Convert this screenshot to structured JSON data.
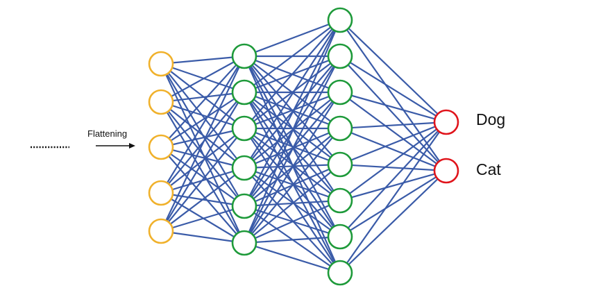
{
  "diagram": {
    "flatten_text": "Flattening",
    "output_labels": [
      "Dog",
      "Cat"
    ],
    "layers": [
      {
        "role": "input",
        "nodes": 5,
        "color": "#F0B12B"
      },
      {
        "role": "hidden-1",
        "nodes": 6,
        "color": "#1E9A3A"
      },
      {
        "role": "hidden-2",
        "nodes": 8,
        "color": "#1E9A3A"
      },
      {
        "role": "output",
        "nodes": 2,
        "color": "#E0141B"
      }
    ],
    "connection_color": "#3A5BA8",
    "connectivity": "fully-connected"
  }
}
